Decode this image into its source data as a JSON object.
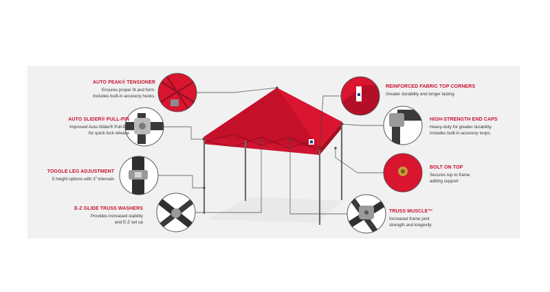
{
  "colors": {
    "accent": "#c8102e",
    "canopy": "#d9152f",
    "frame": "#6b6b6b",
    "panel": "#f1f1f1"
  },
  "features": {
    "auto_peak": {
      "title": "AUTO PEAK® TENSIONER",
      "line1": "Ensures proper fit and form.",
      "line2": "Includes built-in accesory hooks."
    },
    "auto_slider": {
      "title": "AUTO SLIDER® PULL-PIN",
      "line1": "Improved Auto-Slider® Pull-Pin",
      "line2": "for quick lock release"
    },
    "toggle_leg": {
      "title": "TOGGLE LEG ADJUSTMENT",
      "line1": "5 height options with 3\" intervals",
      "line2": ""
    },
    "ez_glide": {
      "title": "E-Z GLIDE TRUSS WASHERS",
      "line1": "Provides increased stability",
      "line2": "and E-Z set up"
    },
    "reinforced": {
      "title": "REINFORCED FABRIC TOP CORNERS",
      "line1": "Greater durability and longer lasting",
      "line2": ""
    },
    "end_caps": {
      "title": "HIGH-STRENGTH END CAPS",
      "line1": "Heavy-duty for greater durability.",
      "line2": "Includes built-in accesory loops."
    },
    "bolt_on": {
      "title": "BOLT ON TOP",
      "line1": "Secures top to frame",
      "line2": "adding support"
    },
    "truss_muscle": {
      "title": "TRUSS MUSCLE™",
      "line1": "Increased frame joint",
      "line2": "strength and longevity"
    }
  }
}
